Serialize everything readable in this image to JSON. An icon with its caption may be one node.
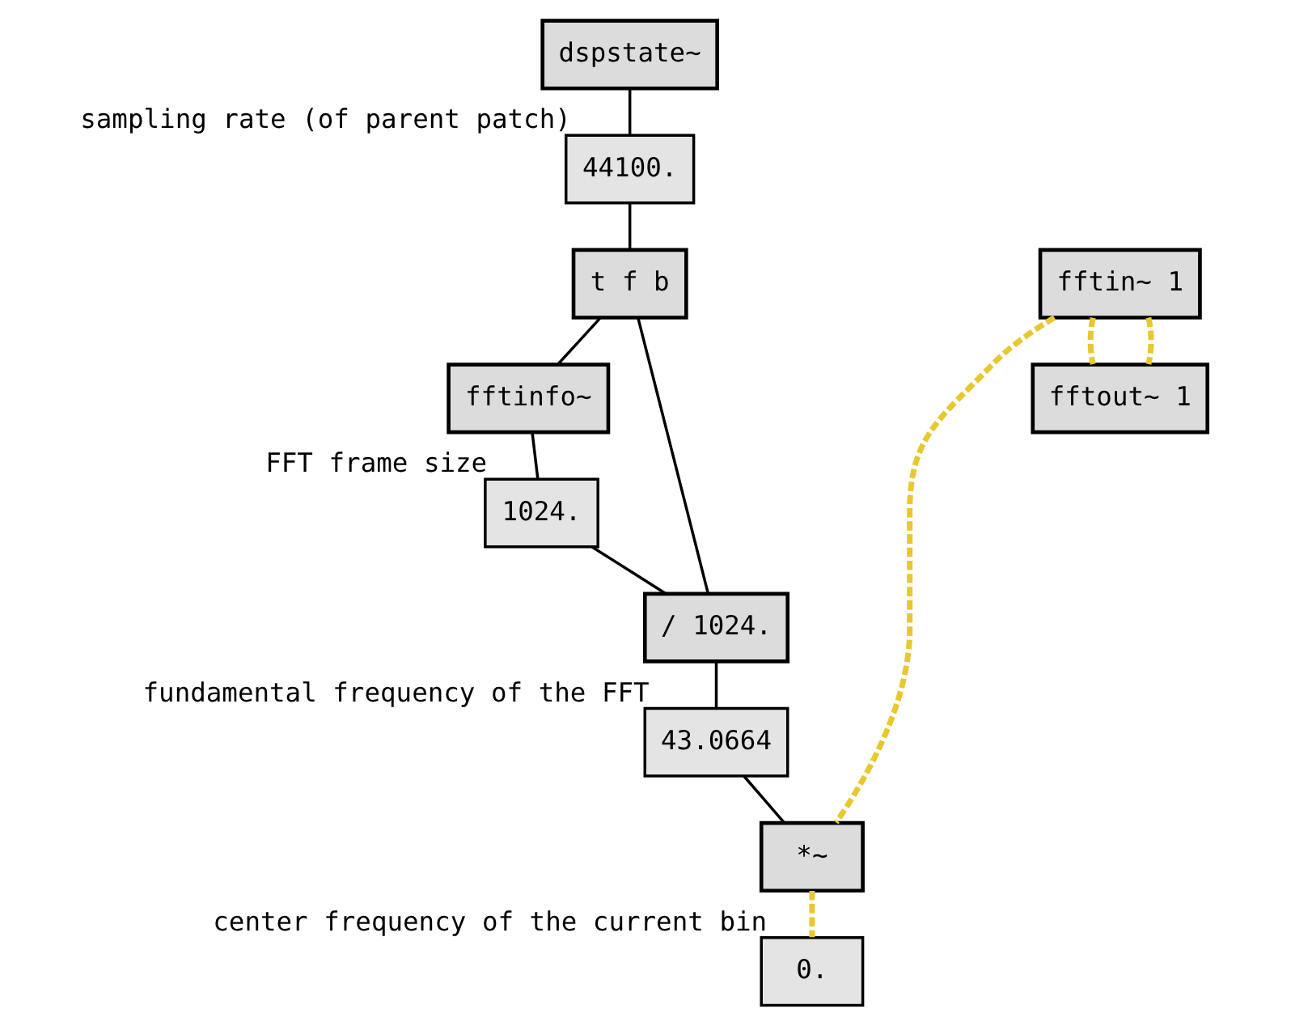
{
  "diagram": {
    "nodes": [
      {
        "text": [
          "dspstate~"
        ]
      },
      {
        "text": [
          "44100."
        ],
        "beside": [
          "sampling rate (of parent patch)"
        ]
      },
      {
        "text": [
          "t f b"
        ]
      },
      {
        "text": [
          "fftin~ 1"
        ]
      },
      {
        "text": [
          "fftinfo~"
        ]
      },
      {
        "text": [
          "1024."
        ],
        "beside": [
          "FFT frame size"
        ]
      },
      {
        "text": [
          "/ 1024."
        ]
      },
      {
        "text": [
          "43.0664"
        ],
        "beside": [
          "fundamental frequency of the FFT"
        ]
      },
      {
        "text": [
          "*~"
        ]
      },
      {
        "text": [
          "0."
        ],
        "beside": [
          "center frequency of the current bin"
        ]
      },
      {
        "text": [
          "fftout~ 1"
        ]
      }
    ],
    "edges": [
      {
        "from": 0,
        "to": 1,
        "arrow": "none"
      },
      {
        "from": 1,
        "to": 2,
        "arrow": "none"
      },
      {
        "from": 2,
        "to": 6,
        "arrow": "none"
      },
      {
        "from": 2,
        "to": 4,
        "arrow": "none"
      },
      {
        "from": 4,
        "to": 5,
        "arrow": "none"
      },
      {
        "from": 5,
        "to": 6,
        "arrow": "none"
      },
      {
        "from": 6,
        "to": 7,
        "arrow": "none"
      },
      {
        "from": 7,
        "to": 8,
        "arrow": "none"
      },
      {
        "from": 3,
        "to": 10,
        "arrow": "none",
        "style": "dashed",
        "color": "#e8c830"
      },
      {
        "from": 3,
        "to": 10,
        "arrow": "none",
        "style": "dashed",
        "color": "#e8c830"
      },
      {
        "from": 3,
        "to": 8,
        "arrow": "none",
        "style": "dashed",
        "color": "#e8c830"
      },
      {
        "from": 8,
        "to": 9,
        "arrow": "none",
        "style": "dashed",
        "color": "#e8c830"
      }
    ]
  }
}
